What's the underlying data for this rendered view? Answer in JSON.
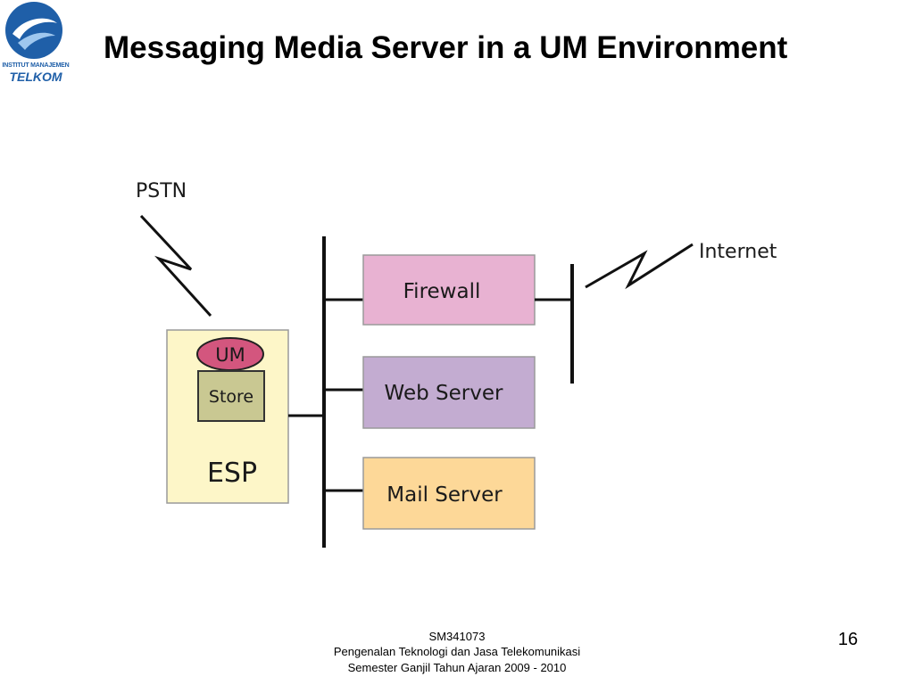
{
  "logo": {
    "line1": "INSTITUT MANAJEMEN",
    "line2": "TELKOM"
  },
  "title": "Messaging Media Server in a UM Environment",
  "diagram": {
    "pstn": "PSTN",
    "internet": "Internet",
    "esp": {
      "label": "ESP",
      "um": "UM",
      "store": "Store"
    },
    "servers": [
      "Firewall",
      "Web Server",
      "Mail Server"
    ],
    "colors": {
      "esp_fill": "#fdf6c8",
      "um_fill": "#d3567e",
      "store_fill": "#c9c892",
      "firewall_fill": "#e8b2d2",
      "web_fill": "#c3acd1",
      "mail_fill": "#fdd898"
    }
  },
  "footer": {
    "code": "SM341073",
    "course": "Pengenalan Teknologi dan Jasa Telekomunikasi",
    "semester": "Semester Ganjil Tahun Ajaran 2009 - 2010",
    "page": "16"
  }
}
